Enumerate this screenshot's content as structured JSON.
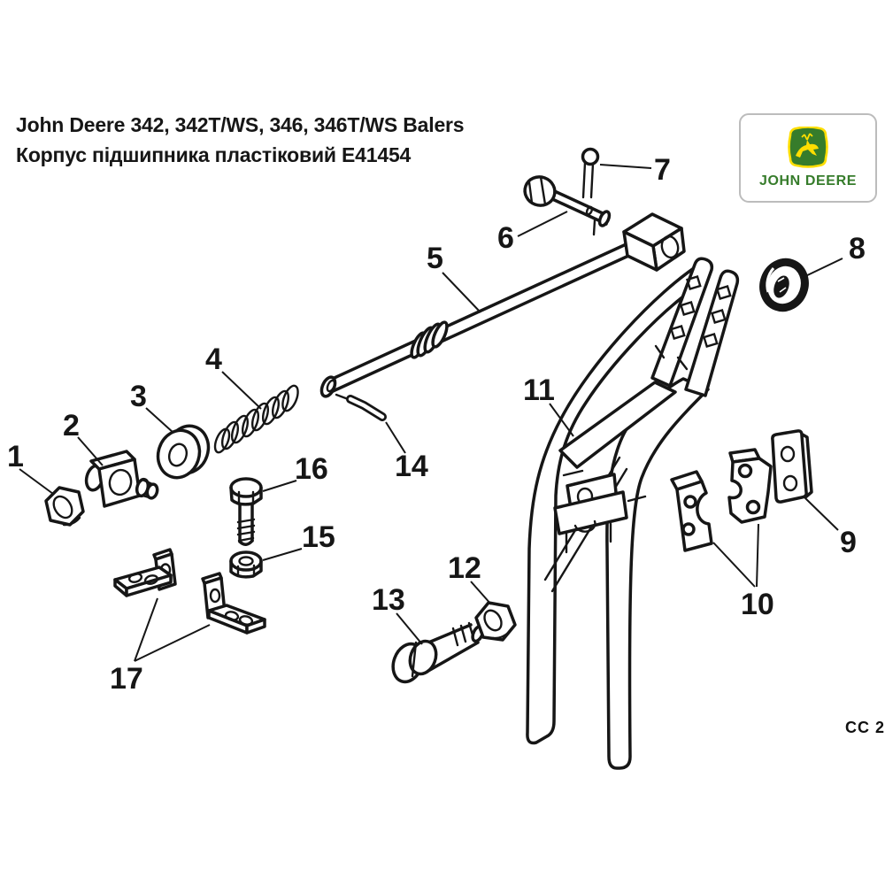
{
  "header": {
    "title_line1": "John Deere 342, 342T/WS, 346, 346T/WS Balers",
    "title_line2": "Корпус підшипника пластіковий E41454"
  },
  "logo": {
    "brand_text": "JOHN DEERE",
    "green": "#367C2B",
    "yellow": "#FFDE00"
  },
  "diagram": {
    "callouts": [
      "1",
      "2",
      "3",
      "4",
      "5",
      "6",
      "7",
      "8",
      "9",
      "10",
      "11",
      "12",
      "13",
      "14",
      "15",
      "16",
      "17"
    ],
    "highlight_color": "#F2C914",
    "line_color": "#161616"
  },
  "footer": {
    "plate_code": "CC 2"
  }
}
